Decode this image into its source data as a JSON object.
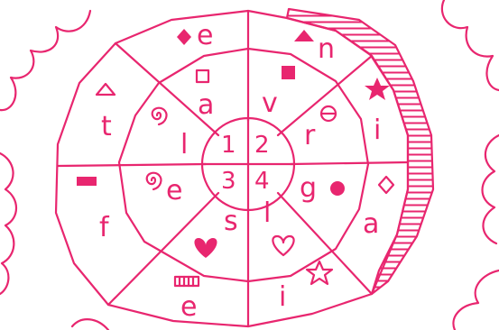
{
  "colors": {
    "ink": "#e8266f",
    "background": "#ffffff"
  },
  "center": {
    "quadrants": [
      "1",
      "2",
      "3",
      "4"
    ]
  },
  "inner_ring": [
    {
      "letter": "a",
      "icon": "square-outline-icon"
    },
    {
      "letter": "v",
      "icon": "square-filled-icon"
    },
    {
      "letter": "r",
      "icon": "circle-minus-icon"
    },
    {
      "letter": "g",
      "icon": "circle-filled-icon"
    },
    {
      "letter": "l",
      "icon": "heart-outline-icon"
    },
    {
      "letter": "s",
      "icon": "heart-filled-icon"
    },
    {
      "letter": "e",
      "icon": "spiral-icon"
    },
    {
      "letter": "l",
      "icon": "spiral-icon"
    }
  ],
  "outer_ring": [
    {
      "letter": "e",
      "icon": "diamond-filled-icon"
    },
    {
      "letter": "n",
      "icon": "triangle-filled-icon"
    },
    {
      "letter": "i",
      "icon": "star-filled-icon"
    },
    {
      "letter": "a",
      "icon": "diamond-outline-icon"
    },
    {
      "letter": "i",
      "icon": "star-outline-icon"
    },
    {
      "letter": "e",
      "icon": "striped-rectangle-icon"
    },
    {
      "letter": "f",
      "icon": "filled-rectangle-icon"
    },
    {
      "letter": "t",
      "icon": "triangle-outline-icon"
    }
  ]
}
